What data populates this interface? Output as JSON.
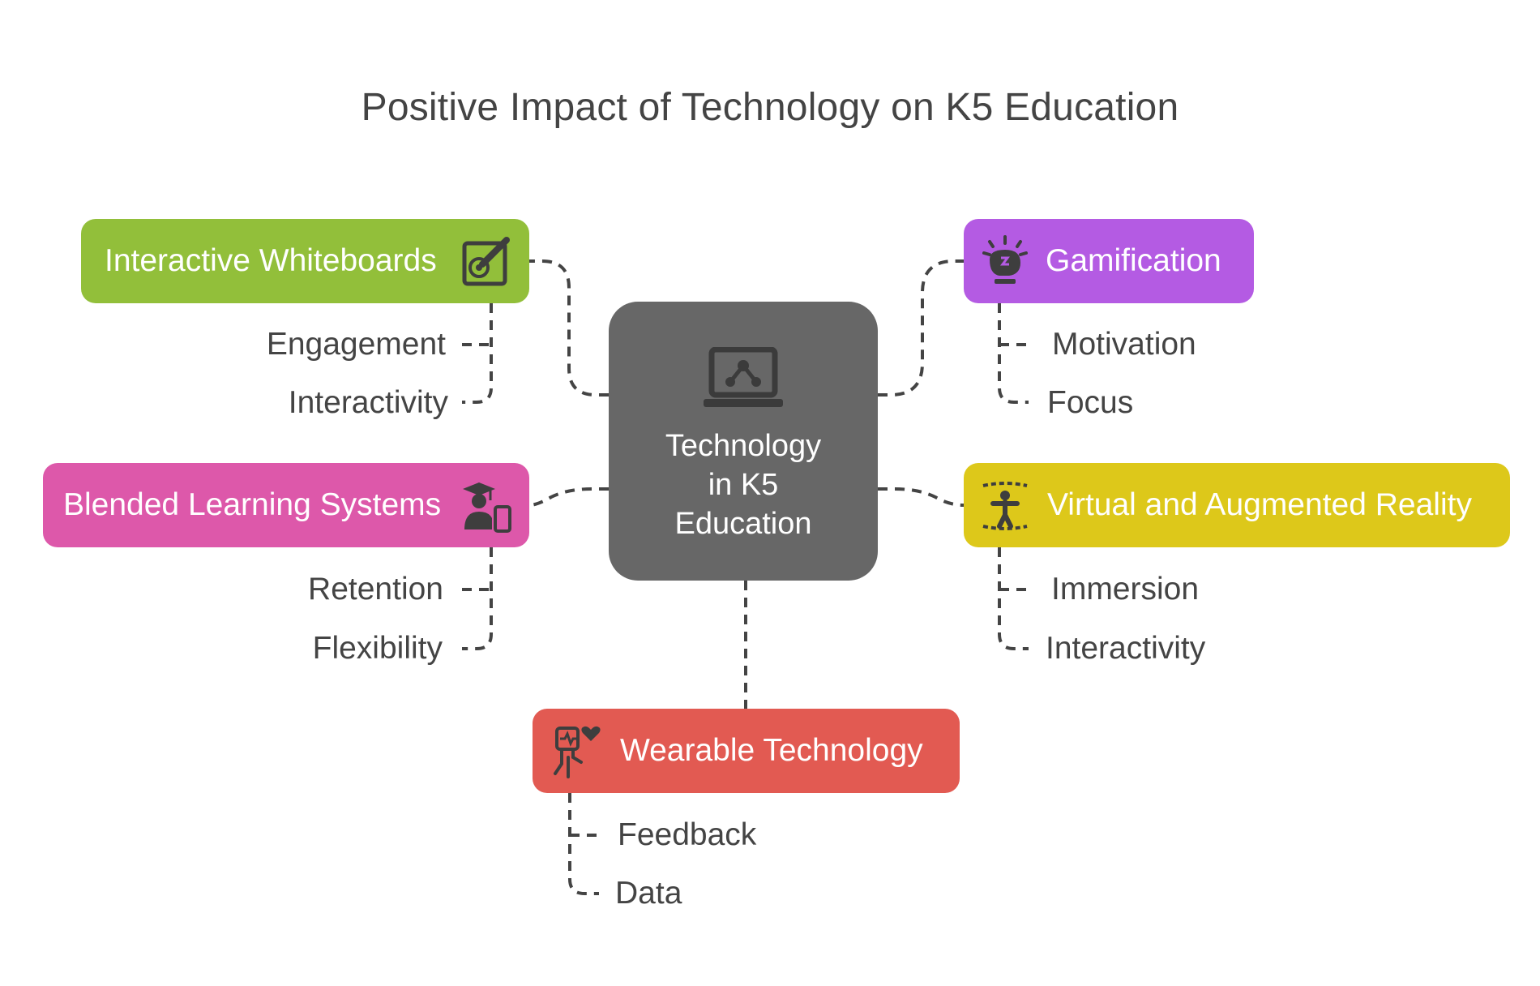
{
  "title": "Positive Impact of Technology on K5 Education",
  "center": {
    "label": "Technology\nin K5\nEducation",
    "icon": "laptop-network-icon"
  },
  "colors": {
    "center": "#676767",
    "interactive_whiteboards": "#92bf3a",
    "gamification": "#b45be3",
    "blended_learning": "#dd58aa",
    "virtual_reality": "#ddc81a",
    "wearable": "#e25a52",
    "connector": "#444444"
  },
  "nodes": {
    "interactive_whiteboards": {
      "label": "Interactive Whiteboards",
      "icon": "whiteboard-pen-icon",
      "children": [
        "Engagement",
        "Interactivity"
      ]
    },
    "gamification": {
      "label": "Gamification",
      "icon": "gamification-icon",
      "children": [
        "Motivation",
        "Focus"
      ]
    },
    "blended_learning": {
      "label": "Blended Learning Systems",
      "icon": "student-device-icon",
      "children": [
        "Retention",
        "Flexibility"
      ]
    },
    "virtual_reality": {
      "label": "Virtual and Augmented Reality",
      "icon": "vr-person-icon",
      "children": [
        "Immersion",
        "Interactivity"
      ]
    },
    "wearable": {
      "label": "Wearable Technology",
      "icon": "wearable-heart-icon",
      "children": [
        "Feedback",
        "Data"
      ]
    }
  }
}
